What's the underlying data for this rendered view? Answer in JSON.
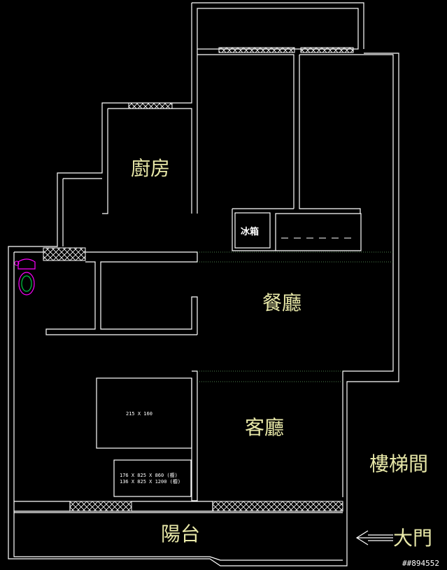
{
  "rooms": {
    "kitchen": "廚房",
    "dining": "餐廳",
    "living": "客廳",
    "stairwell": "樓梯間",
    "balcony": "陽台",
    "main_door": "大門"
  },
  "fixtures": {
    "fridge": "冰箱",
    "cabinet_size": "215 X 160",
    "wardrobe_line1": "176 X 825 X 860 (櫥)",
    "wardrobe_line2": "136 X 825 X 1200 (櫥)"
  },
  "watermark": "##894552",
  "colors": {
    "background": "#000000",
    "wall": "#ffffff",
    "room_label": "#e8e8a8",
    "dotted_line": "#66aa66",
    "toilet_magenta": "#ff00ff",
    "toilet_green": "#00cc44"
  }
}
